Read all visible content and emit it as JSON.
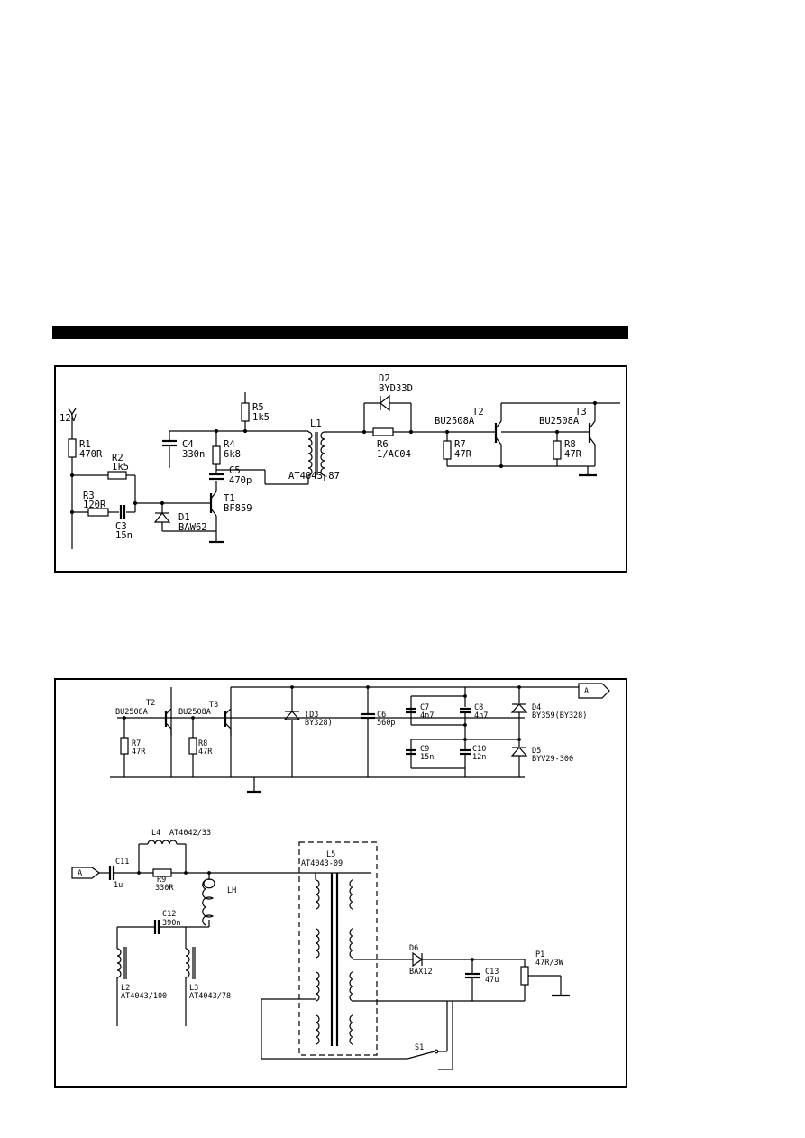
{
  "circuit1": {
    "supply": "12V",
    "parts": {
      "R1": {
        "ref": "R1",
        "value": "470R"
      },
      "R2": {
        "ref": "R2",
        "value": "1k5"
      },
      "R3": {
        "ref": "R3",
        "value": "120R"
      },
      "C3": {
        "ref": "C3",
        "value": "15n"
      },
      "D1": {
        "ref": "D1",
        "value": "BAW62"
      },
      "C4": {
        "ref": "C4",
        "value": "330n"
      },
      "R4": {
        "ref": "R4",
        "value": "6k8"
      },
      "R5": {
        "ref": "R5",
        "value": "1k5"
      },
      "C5": {
        "ref": "C5",
        "value": "470p"
      },
      "T1": {
        "ref": "T1",
        "value": "BF859"
      },
      "L1": {
        "ref": "L1",
        "value": "AT4043-87"
      },
      "D2": {
        "ref": "D2",
        "value": "BYD33D"
      },
      "R6": {
        "ref": "R6",
        "value": "1/AC04"
      },
      "R7": {
        "ref": "R7",
        "value": "47R"
      },
      "T2": {
        "ref": "T2",
        "value": "BU2508A"
      },
      "R8": {
        "ref": "R8",
        "value": "47R"
      },
      "T3": {
        "ref": "T3",
        "value": "BU2508A"
      }
    }
  },
  "circuit2": {
    "connector_a": "A",
    "parts": {
      "T2": {
        "ref": "T2",
        "value": "BU2508A"
      },
      "T3": {
        "ref": "T3",
        "value": "BU2508A"
      },
      "R7": {
        "ref": "R7",
        "value": "47R"
      },
      "R8": {
        "ref": "R8",
        "value": "47R"
      },
      "D3": {
        "ref": "(D3",
        "value": "BY328)"
      },
      "C6": {
        "ref": "C6",
        "value": "560p"
      },
      "C7": {
        "ref": "C7",
        "value": "4n7"
      },
      "C8": {
        "ref": "C8",
        "value": "4n7"
      },
      "C9": {
        "ref": "C9",
        "value": "15n"
      },
      "C10": {
        "ref": "C10",
        "value": "12n"
      },
      "D4": {
        "ref": "D4",
        "value": "BY359(BY328)"
      },
      "D5": {
        "ref": "D5",
        "value": "BYV29-300"
      },
      "L4": {
        "ref": "L4",
        "value": "AT4042/33"
      },
      "C11": {
        "ref": "C11",
        "value": "1u"
      },
      "R9": {
        "ref": "R9",
        "value": "330R"
      },
      "LH": {
        "ref": "LH",
        "value": ""
      },
      "C12": {
        "ref": "C12",
        "value": "390n"
      },
      "L2": {
        "ref": "L2",
        "value": "AT4043/100"
      },
      "L3": {
        "ref": "L3",
        "value": "AT4043/78"
      },
      "L5": {
        "ref": "L5",
        "value": "AT4043-09"
      },
      "D6": {
        "ref": "D6",
        "value": "BAX12"
      },
      "C13": {
        "ref": "C13",
        "value": "47u"
      },
      "P1": {
        "ref": "P1",
        "value": "47R/3W"
      },
      "S1": {
        "ref": "S1",
        "value": ""
      }
    }
  }
}
